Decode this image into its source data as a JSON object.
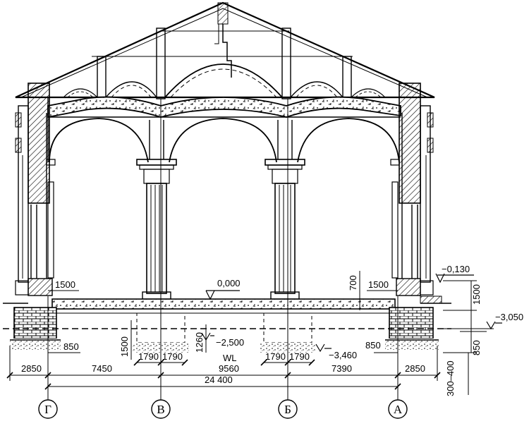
{
  "axes": [
    "Г",
    "В",
    "Б",
    "А"
  ],
  "dims": {
    "left_wall": "2850",
    "span_1": "7450",
    "span_2": "9560",
    "span_3": "7390",
    "right_wall": "2850",
    "total": "24 400",
    "found_left": "850",
    "found_right": "850",
    "pad_w1": "1790",
    "pad_w2": "1790",
    "pad_w3": "1790",
    "pad_w4": "1790",
    "depth_1500": "1500",
    "depth_1260": "1260",
    "h_700": "700",
    "plinth_left": "1500",
    "plinth_right": "1500",
    "right_1500": "1500",
    "right_850": "850",
    "right_300_400": "300–400"
  },
  "levels": {
    "floor": "0,000",
    "ground_right": "−0,130",
    "pad_top": "−2,500",
    "pad_bottom": "−3,460",
    "outside": "−3,050"
  },
  "water_level": "WL"
}
